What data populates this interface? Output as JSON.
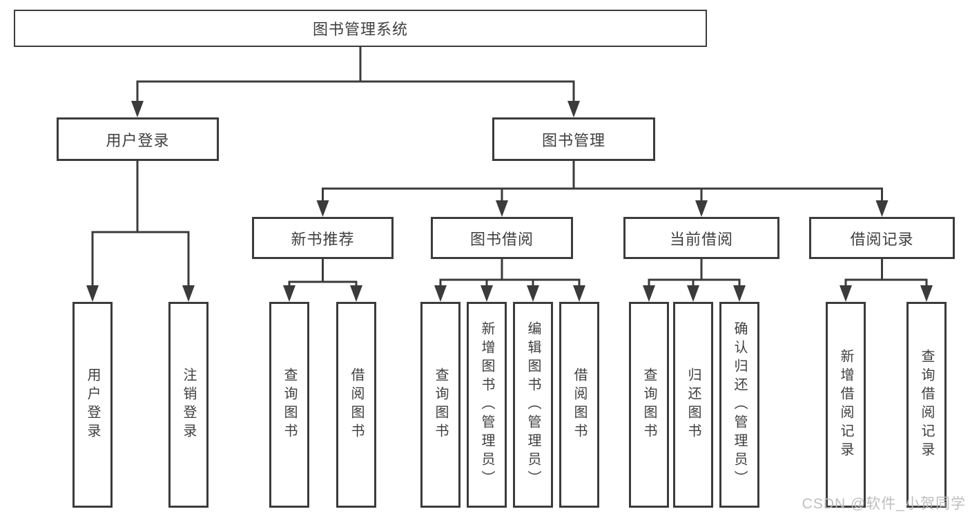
{
  "diagram": {
    "root": {
      "label": "图书管理系统"
    },
    "level2": [
      {
        "label": "用户登录"
      },
      {
        "label": "图书管理"
      }
    ],
    "level3": [
      {
        "label": "新书推荐"
      },
      {
        "label": "图书借阅"
      },
      {
        "label": "当前借阅"
      },
      {
        "label": "借阅记录"
      }
    ],
    "leaves": {
      "user_login": [
        "用户登录",
        "注销登录"
      ],
      "new_book": [
        "查询图书",
        "借阅图书"
      ],
      "book_borrow": [
        "查询图书",
        "新增图书（管理员）",
        "编辑图书（管理员）",
        "借阅图书"
      ],
      "current_borrow": [
        "查询图书",
        "归还图书",
        "确认归还（管理员）"
      ],
      "borrow_record": [
        "新增借阅记录",
        "查询借阅记录"
      ]
    },
    "colors": {
      "line": "#3b3b3b",
      "text": "#3f3f3f",
      "watermark": "#bbbbbb"
    },
    "watermark": "CSDN @软件_小贺同学"
  }
}
